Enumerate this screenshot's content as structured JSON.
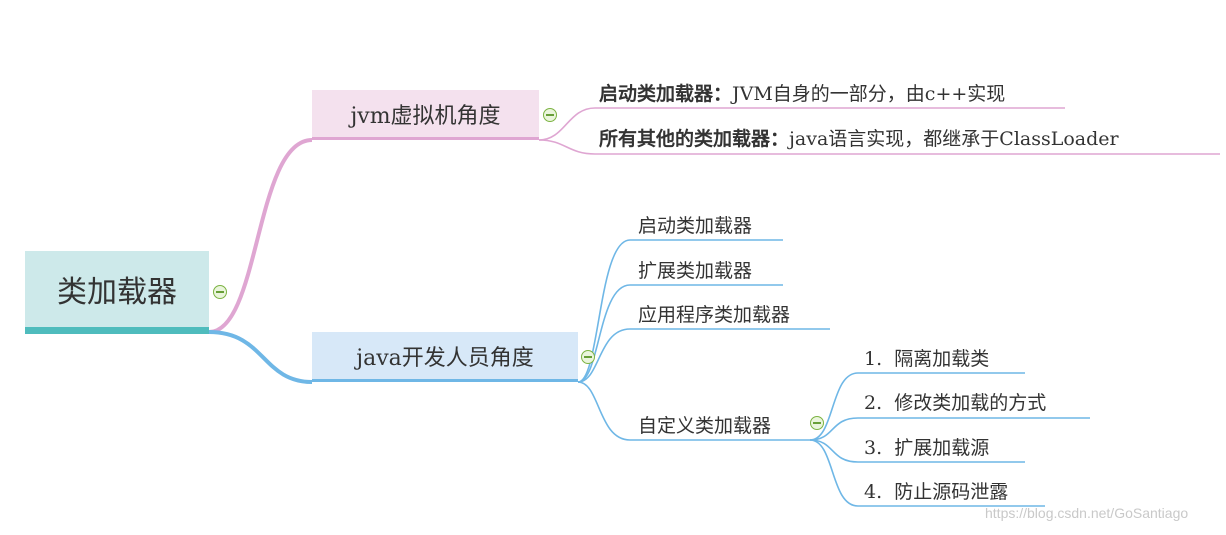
{
  "root": {
    "label": "类加载器"
  },
  "jvm_branch": {
    "label": "jvm虚拟机角度",
    "items": [
      {
        "title": "启动类加载器：",
        "desc": "JVM自身的一部分，由c++实现"
      },
      {
        "title": "所有其他的类加载器：",
        "desc": "java语言实现，都继承于ClassLoader"
      }
    ]
  },
  "java_branch": {
    "label": "java开发人员角度",
    "items": [
      "启动类加载器",
      "扩展类加载器",
      "应用程序类加载器"
    ],
    "custom": {
      "label": "自定义类加载器",
      "items": [
        {
          "num": "1.",
          "text": "隔离加载类"
        },
        {
          "num": "2.",
          "text": "修改类加载的方式"
        },
        {
          "num": "3.",
          "text": "扩展加载源"
        },
        {
          "num": "4.",
          "text": "防止源码泄露"
        }
      ]
    }
  },
  "colors": {
    "root": "#4fbcbd",
    "jvm": "#dfa6d2",
    "java": "#6fb7e6"
  },
  "watermark": "https://blog.csdn.net/GoSantiago"
}
